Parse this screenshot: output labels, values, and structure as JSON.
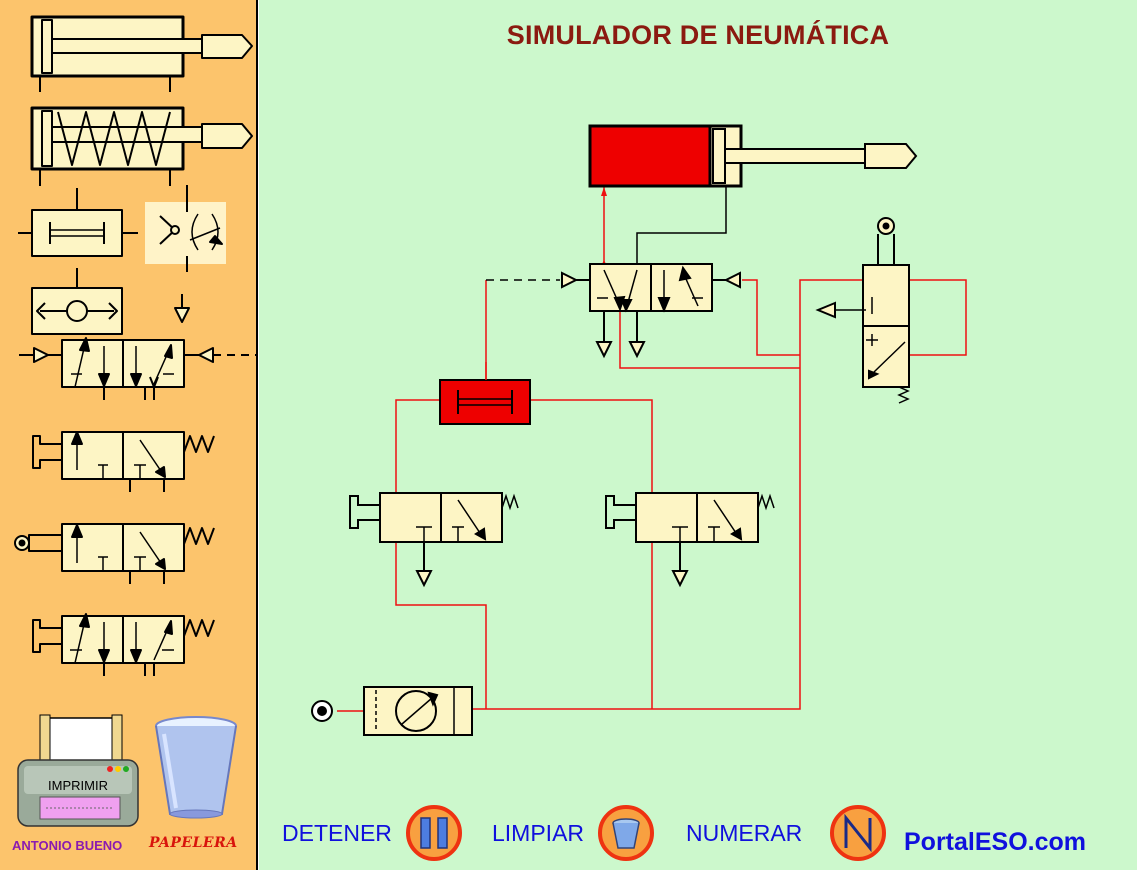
{
  "app": {
    "title": "SIMULADOR DE NEUMÁTICA",
    "author": "ANTONIO BUENO",
    "brand": "PortalESO.com"
  },
  "palette": {
    "items": [
      {
        "name": "double-acting-cylinder"
      },
      {
        "name": "single-acting-cylinder-spring"
      },
      {
        "name": "shuttle-valve"
      },
      {
        "name": "flow-control-valve"
      },
      {
        "name": "pressure-source-compressor"
      },
      {
        "name": "exhaust"
      },
      {
        "name": "valve-5-2-pilot"
      },
      {
        "name": "valve-3-2-pushbutton"
      },
      {
        "name": "valve-3-2-roller"
      },
      {
        "name": "valve-5-2-pushbutton"
      }
    ],
    "print_label": "IMPRIMIR",
    "trash_label": "PAPELERA"
  },
  "controls": {
    "stop_label": "DETENER",
    "clear_label": "LIMPIAR",
    "number_label": "NUMERAR"
  },
  "colors": {
    "sidebar_bg": "#fcc46c",
    "canvas_bg": "#ccf8cc",
    "component_fill": "#fdf5c5",
    "pressure_line": "#ee1111",
    "active_fill": "#ee0000",
    "title": "#8b1a10",
    "controls_text": "#1010dd",
    "button_ring": "#ee3311",
    "button_fill": "#f8a040"
  }
}
